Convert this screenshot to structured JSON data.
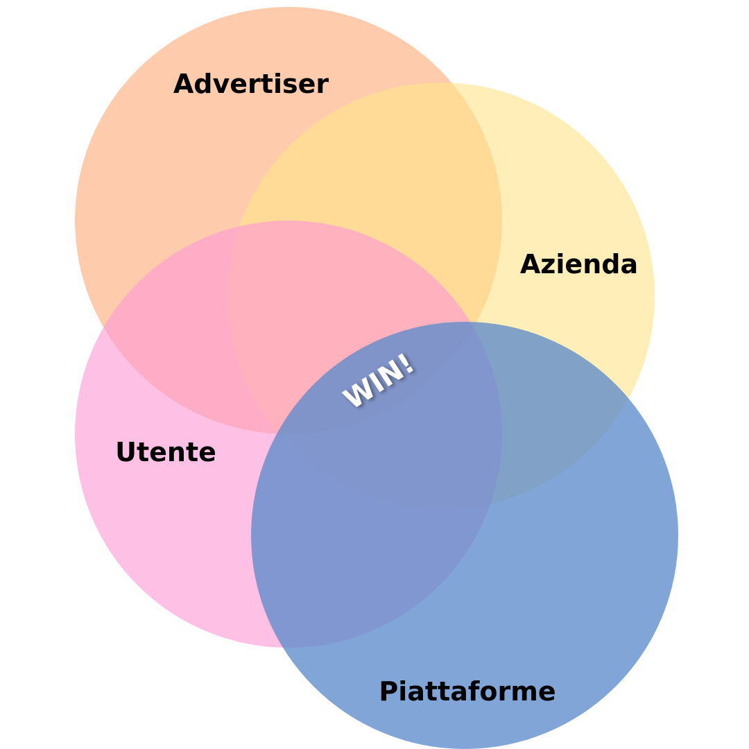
{
  "diagram": {
    "sets": [
      {
        "id": "advertiser",
        "label": "Advertiser",
        "color": "#fdb88c"
      },
      {
        "id": "azienda",
        "label": "Azienda",
        "color": "#ffe48a"
      },
      {
        "id": "utente",
        "label": "Utente",
        "color": "#ff9ad6"
      },
      {
        "id": "piattaforme",
        "label": "Piattaforme",
        "color": "#5e8ccc"
      }
    ],
    "center_label": "WIN!"
  }
}
